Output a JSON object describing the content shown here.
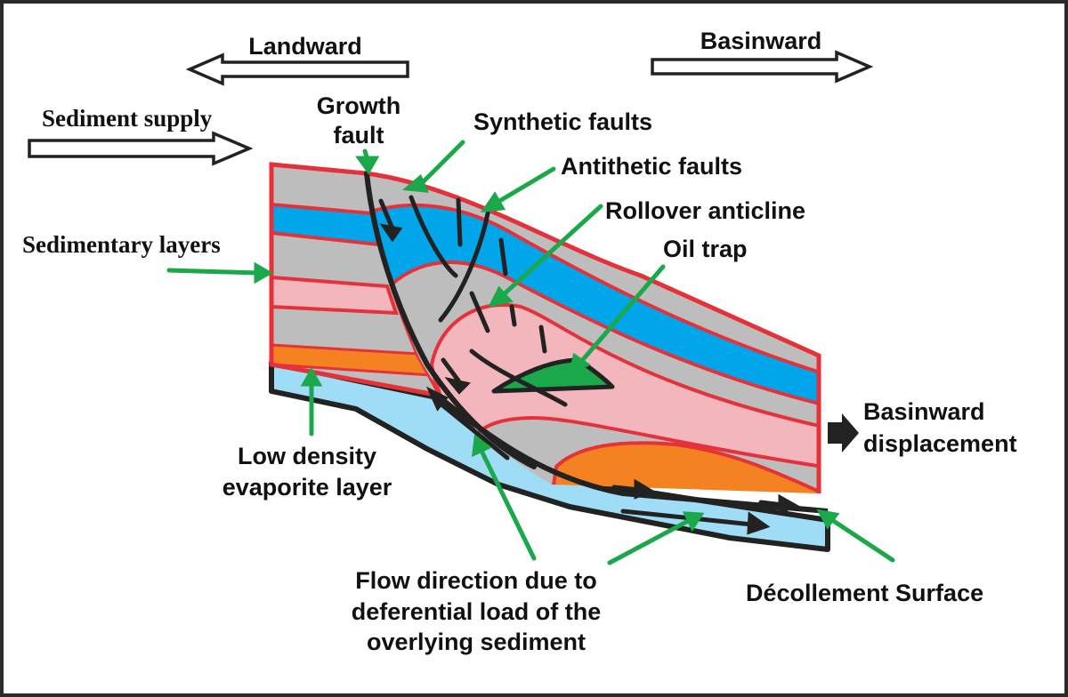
{
  "labels": {
    "landward": "Landward",
    "basinward": "Basinward",
    "sediment_supply": "Sediment supply",
    "growth_fault": [
      "Growth",
      "fault"
    ],
    "synthetic_faults": "Synthetic faults",
    "antithetic_faults": "Antithetic faults",
    "rollover_anticline": "Rollover anticline",
    "oil_trap": "Oil trap",
    "sedimentary_layers": "Sedimentary layers",
    "basinward_displacement": [
      "Basinward",
      "displacement"
    ],
    "low_density_evaporite": [
      "Low density",
      "evaporite layer"
    ],
    "flow_direction": [
      "Flow direction due to",
      "deferential load of the",
      "overlying sediment"
    ],
    "decollement_surface": "Décollement Surface"
  },
  "colors": {
    "gray_layer": "#bdbdbd",
    "blue_layer": "#00a6e9",
    "pink_layer": "#f3b6bd",
    "orange_layer": "#f58220",
    "evaporite": "#9fdcf5",
    "oil": "#1aa84a",
    "pointer": "#1aa84a",
    "outline_red": "#e5323a",
    "fault": "#222222"
  }
}
